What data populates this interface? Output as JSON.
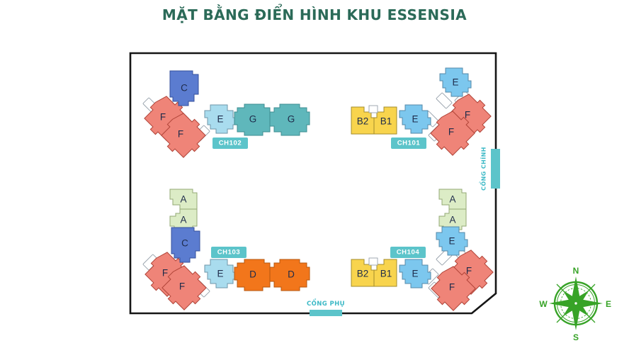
{
  "title": "MẶT BẰNG ĐIỂN HÌNH KHU ESSENSIA",
  "colors": {
    "title_text": "#2b6a58",
    "badge_bg": "#5cc4ca",
    "badge_text": "#ffffff",
    "gate_text": "#3cb9c6",
    "gate_bar": "#5cc4ca",
    "compass": "#37a327",
    "boundary": "#161616"
  },
  "palette": {
    "A": "#dcecc6",
    "B": "#f8d44d",
    "C": "#5b7cd0",
    "D": "#f2761b",
    "E_light": "#a9dcee",
    "E_sky": "#7cc7ee",
    "F": "#ef8478",
    "G": "#5fb7bb",
    "connector": "#ffffff"
  },
  "clusters": [
    {
      "label": "CH102",
      "units": [
        {
          "label": "C"
        },
        {
          "label": "F"
        },
        {
          "label": "F"
        },
        {
          "label": "E"
        },
        {
          "label": "G"
        },
        {
          "label": "G"
        }
      ]
    },
    {
      "label": "CH101",
      "units": [
        {
          "label": "E"
        },
        {
          "label": "B2"
        },
        {
          "label": "B1"
        },
        {
          "label": "E"
        },
        {
          "label": "F"
        },
        {
          "label": "F"
        }
      ]
    },
    {
      "label": "CH103",
      "units": [
        {
          "label": "A"
        },
        {
          "label": "A"
        },
        {
          "label": "C"
        },
        {
          "label": "F"
        },
        {
          "label": "F"
        },
        {
          "label": "E"
        },
        {
          "label": "D"
        },
        {
          "label": "D"
        }
      ]
    },
    {
      "label": "CH104",
      "units": [
        {
          "label": "A"
        },
        {
          "label": "A"
        },
        {
          "label": "E"
        },
        {
          "label": "B2"
        },
        {
          "label": "B1"
        },
        {
          "label": "E"
        },
        {
          "label": "F"
        },
        {
          "label": "F"
        }
      ]
    }
  ],
  "gates": {
    "main": "CỔNG CHÍNH",
    "secondary": "CỔNG PHỤ"
  },
  "compass": {
    "north": "N",
    "east": "E",
    "south": "S",
    "west": "W"
  }
}
